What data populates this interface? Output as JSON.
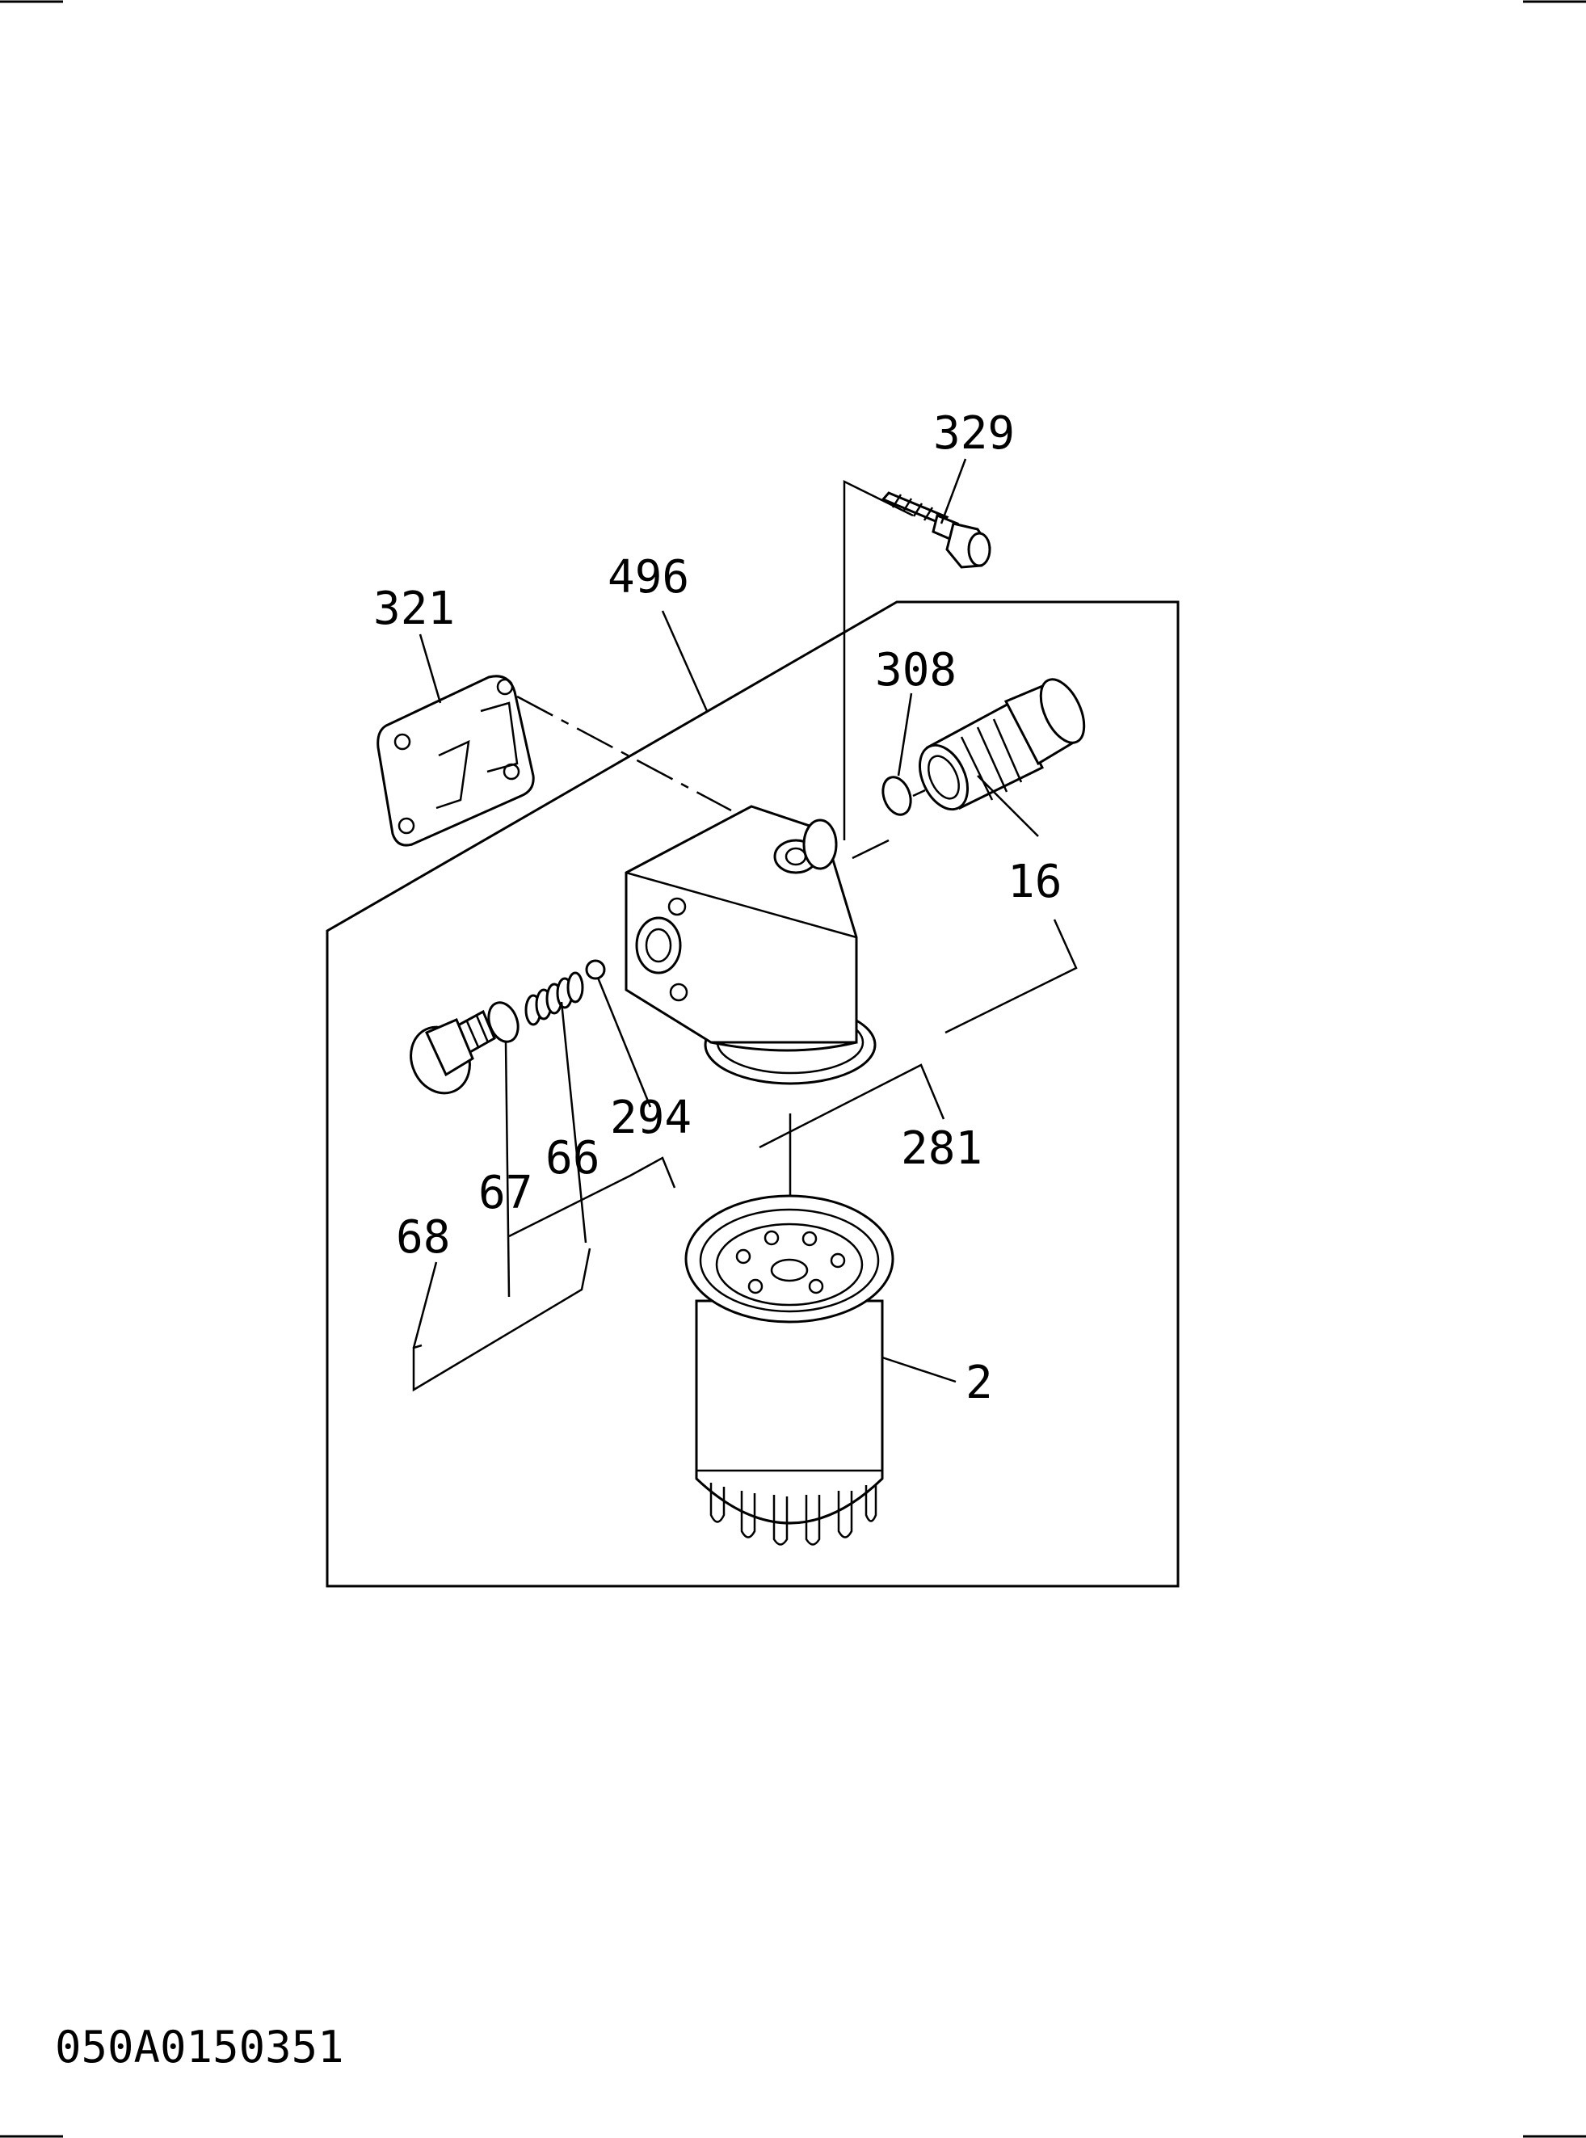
{
  "diagram": {
    "drawing_code": "050A0150351",
    "callouts": {
      "c329": "329",
      "c321": "321",
      "c496": "496",
      "c308": "308",
      "c16": "16",
      "c294": "294",
      "c281": "281",
      "c66": "66",
      "c67": "67",
      "c68": "68",
      "c2": "2"
    }
  }
}
